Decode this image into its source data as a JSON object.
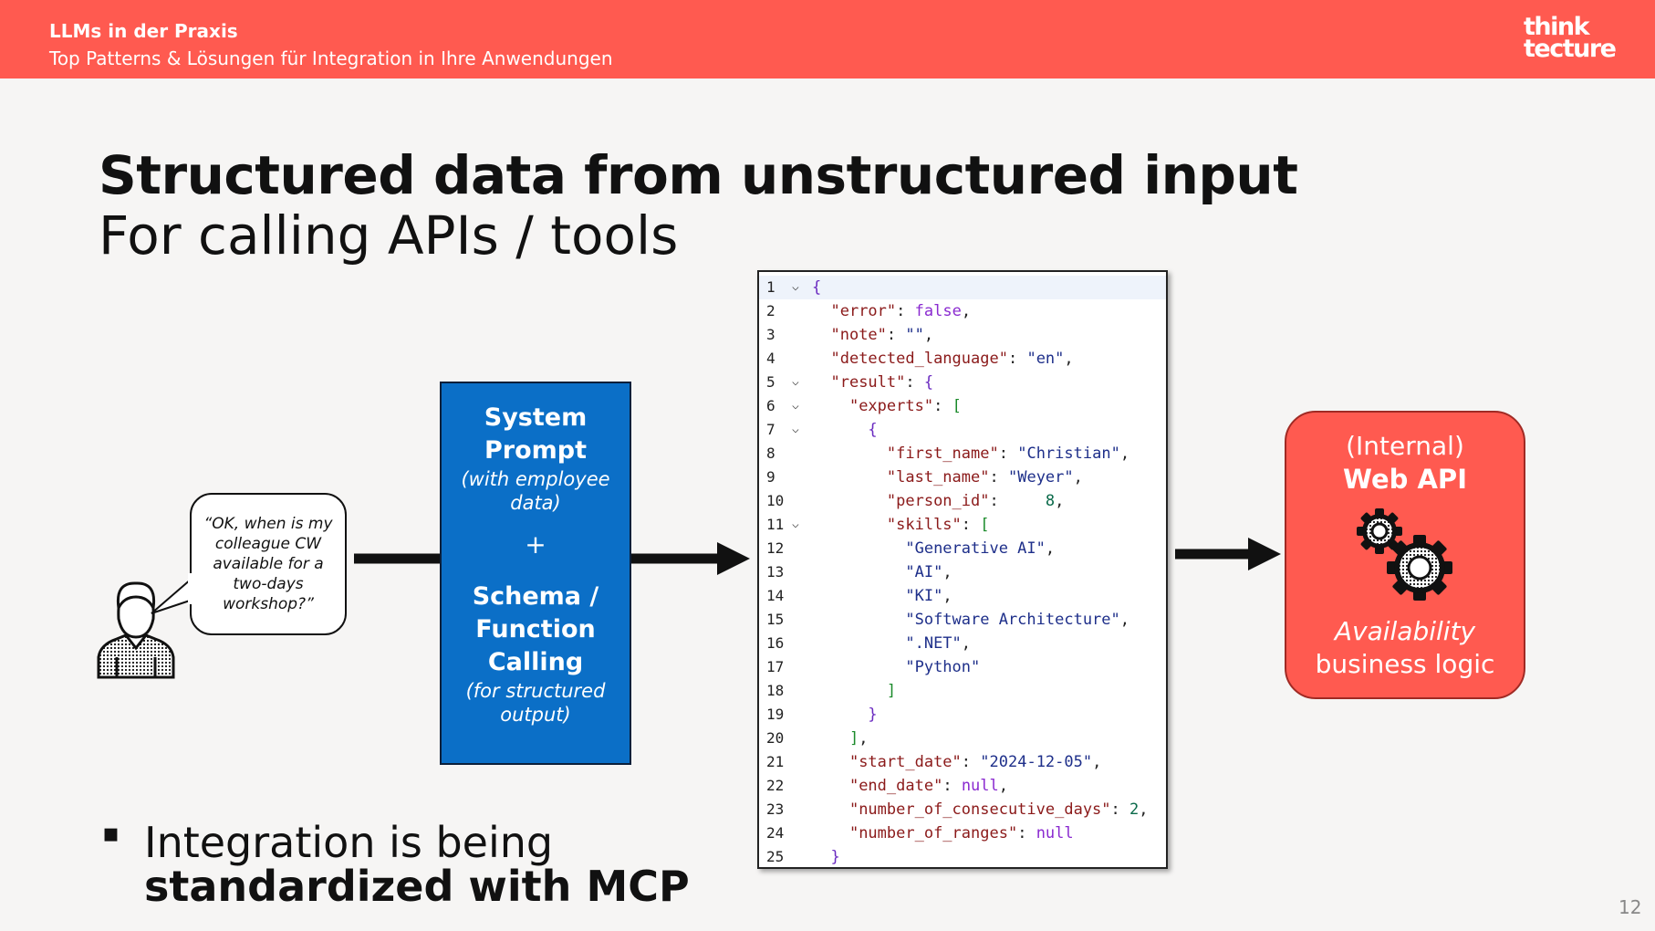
{
  "header": {
    "title": "LLMs in der Praxis",
    "subtitle": "Top Patterns & Lösungen für Integration in Ihre Anwendungen",
    "logo_line1": "think",
    "logo_line2": "tecture"
  },
  "slide": {
    "title": "Structured data from unstructured input",
    "subtitle": "For calling APIs / tools",
    "page_number": "12"
  },
  "user": {
    "quote": "“OK, when is my colleague CW available for a two-days workshop?”"
  },
  "system_box": {
    "line1": "System",
    "line2": "Prompt",
    "note1": "(with employee data)",
    "plus": "+",
    "line3": "Schema /",
    "line4": "Function",
    "line5": "Calling",
    "note2": "(for structured output)"
  },
  "code": {
    "lines": [
      "{",
      "  \"error\": false,",
      "  \"note\": \"\",",
      "  \"detected_language\": \"en\",",
      "  \"result\": {",
      "    \"experts\": [",
      "      {",
      "        \"first_name\": \"Christian\",",
      "        \"last_name\": \"Weyer\",",
      "        \"person_id\":     8,",
      "        \"skills\": [",
      "          \"Generative AI\",",
      "          \"AI\",",
      "          \"KI\",",
      "          \"Software Architecture\",",
      "          \".NET\",",
      "          \"Python\"",
      "        ]",
      "      }",
      "    ],",
      "    \"start_date\": \"2024-12-05\",",
      "    \"end_date\": null,",
      "    \"number_of_consecutive_days\": 2,",
      "    \"number_of_ranges\": null",
      "  }"
    ],
    "fold_lines": [
      1,
      5,
      6,
      7,
      11
    ]
  },
  "api_box": {
    "line1": "(Internal)",
    "line2": "Web API",
    "line3": "Availability",
    "line4": "business logic"
  },
  "bullet": {
    "marker": "▪",
    "text_line1": "Integration is being",
    "text_line2": "standardized with MCP"
  },
  "colors": {
    "accent_red": "#ff5a50",
    "system_blue": "#0b6fc7"
  },
  "icons": [
    "person-icon",
    "gears-icon"
  ]
}
